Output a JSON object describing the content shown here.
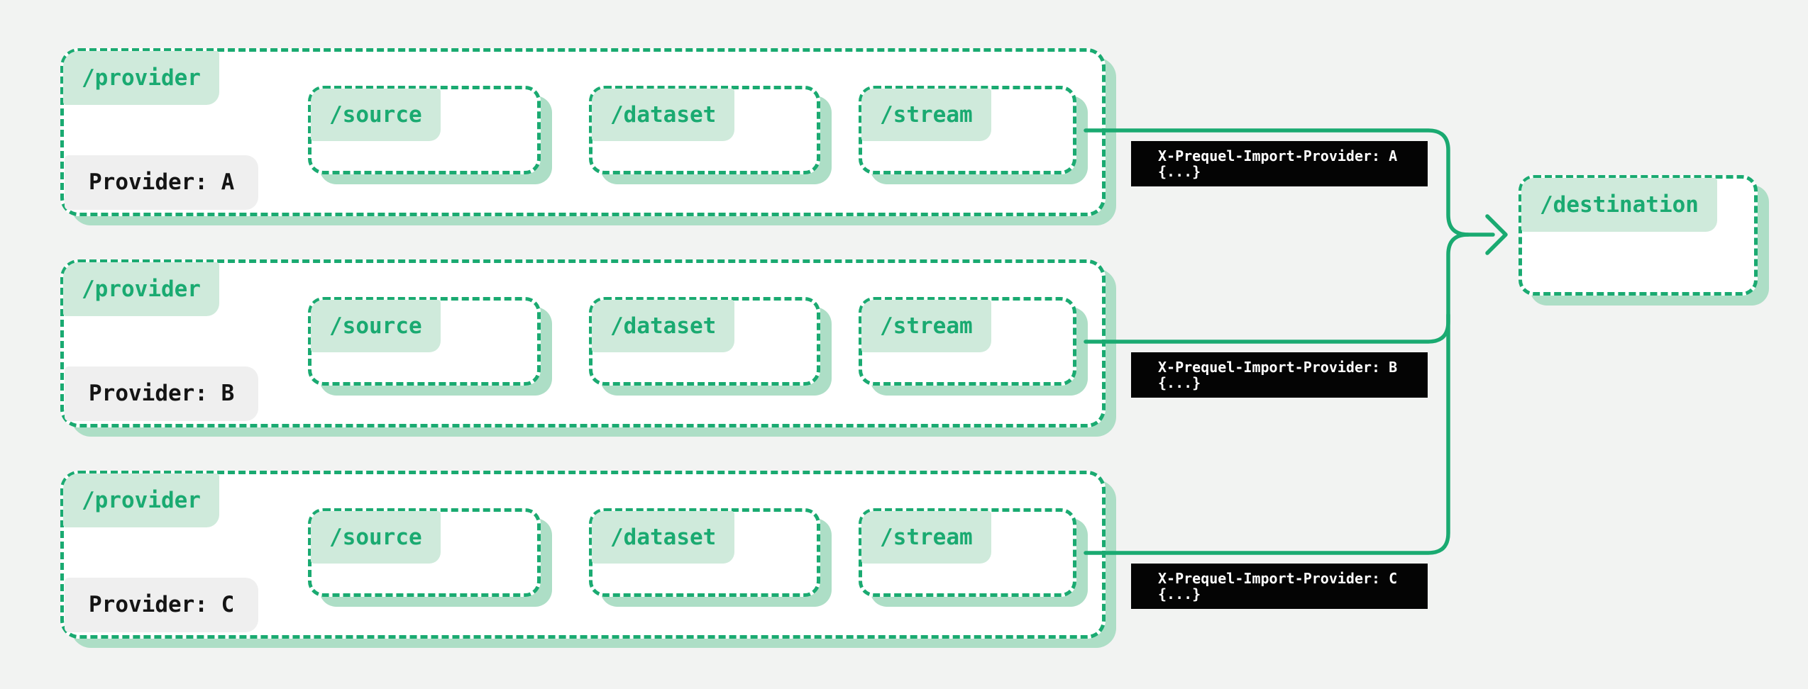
{
  "colors": {
    "green": "#1aaa71",
    "pill": "#cfeadb",
    "shadow": "#addec6",
    "page": "#f2f3f2",
    "gray": "#efefef",
    "ink": "#141414",
    "badge-bg": "#040404",
    "badge-fg": "#ffffff"
  },
  "providers": [
    {
      "path_label": "/provider",
      "name": "Provider: A",
      "children": [
        {
          "label": "/source"
        },
        {
          "label": "/dataset"
        },
        {
          "label": "/stream"
        }
      ],
      "badge": {
        "line1": "X-Prequel-Import-Provider: A",
        "line2": "{...}"
      }
    },
    {
      "path_label": "/provider",
      "name": "Provider: B",
      "children": [
        {
          "label": "/source"
        },
        {
          "label": "/dataset"
        },
        {
          "label": "/stream"
        }
      ],
      "badge": {
        "line1": "X-Prequel-Import-Provider: B",
        "line2": "{...}"
      }
    },
    {
      "path_label": "/provider",
      "name": "Provider: C",
      "children": [
        {
          "label": "/source"
        },
        {
          "label": "/dataset"
        },
        {
          "label": "/stream"
        }
      ],
      "badge": {
        "line1": "X-Prequel-Import-Provider: C",
        "line2": "{...}"
      }
    }
  ],
  "destination": {
    "path_label": "/destination"
  }
}
